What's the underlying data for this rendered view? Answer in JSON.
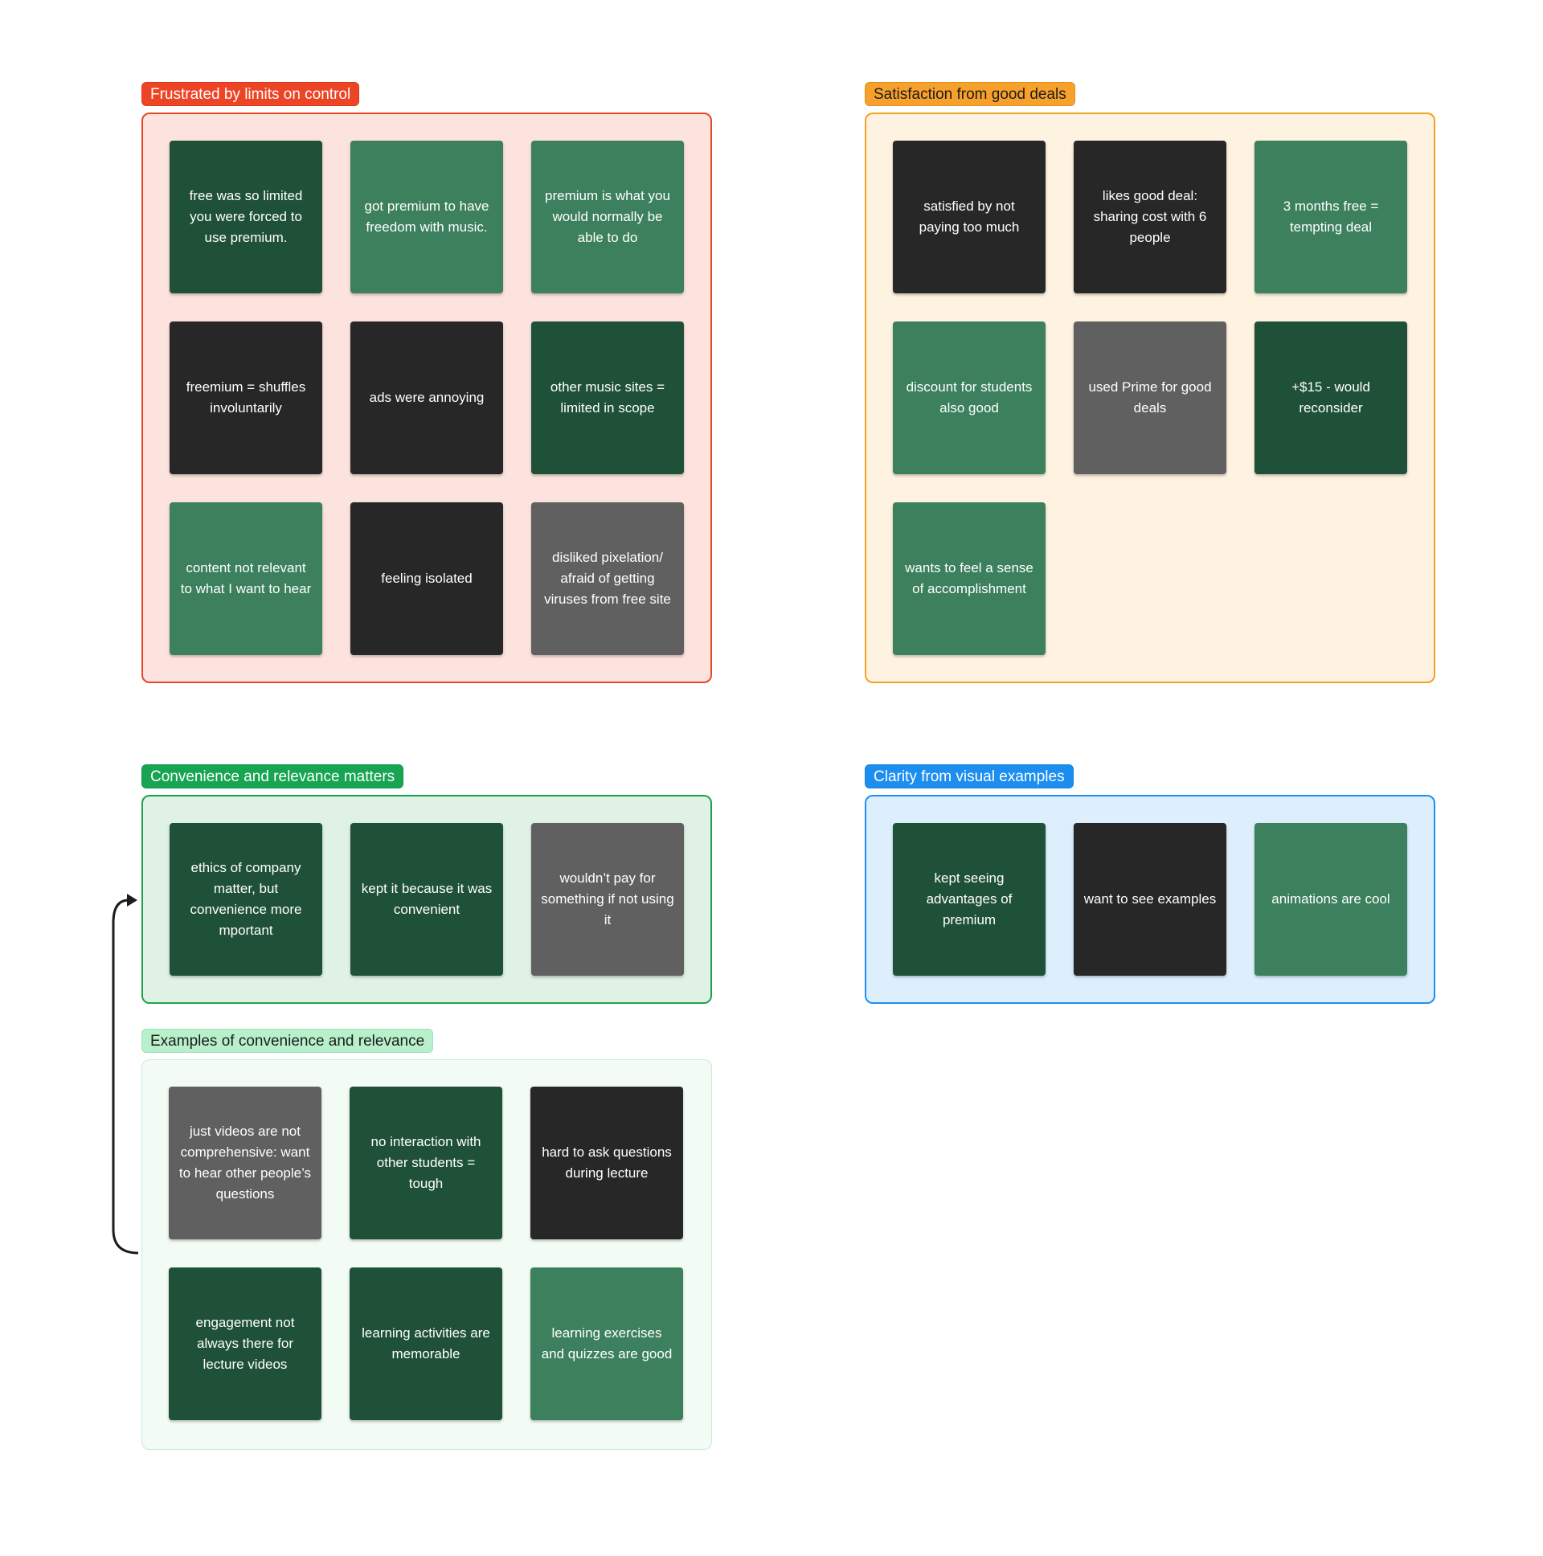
{
  "colors": {
    "note_dark_green": "#1f5138",
    "note_mid_green": "#3c805d",
    "note_black": "#272727",
    "note_grey": "#606060",
    "connector": "#1c1c1c"
  },
  "sections": {
    "frustrated": {
      "title": "Frustrated by limits on control",
      "accent": "#ee4426",
      "notes": [
        {
          "text": "free was so limited you were forced to use premium.",
          "color": "dark"
        },
        {
          "text": "got premium to have freedom with music.",
          "color": "mid"
        },
        {
          "text": "premium is what you would normally be able to do",
          "color": "mid"
        },
        {
          "text": "freemium = shuffles involuntarily",
          "color": "black"
        },
        {
          "text": "ads were annoying",
          "color": "black"
        },
        {
          "text": "other music sites = limited in scope",
          "color": "dark"
        },
        {
          "text": "content not relevant to what I want to hear",
          "color": "mid"
        },
        {
          "text": "feeling isolated",
          "color": "black"
        },
        {
          "text": "disliked pixelation/ afraid of getting viruses from free site",
          "color": "grey"
        }
      ]
    },
    "satisfaction": {
      "title": "Satisfaction from good deals",
      "accent": "#f7a12c",
      "notes": [
        {
          "text": "satisfied by not paying too much",
          "color": "black"
        },
        {
          "text": "likes good deal: sharing cost with 6 people",
          "color": "black"
        },
        {
          "text": "3 months free = tempting deal",
          "color": "mid"
        },
        {
          "text": "discount for students also good",
          "color": "mid"
        },
        {
          "text": "used Prime for good deals",
          "color": "grey"
        },
        {
          "text": "+$15 - would reconsider",
          "color": "dark"
        },
        {
          "text": "wants to feel a sense of accomplishment",
          "color": "mid"
        }
      ]
    },
    "convenience": {
      "title": "Convenience and relevance matters",
      "accent": "#17a552",
      "notes": [
        {
          "text": "ethics of company matter, but convenience more mportant",
          "color": "dark"
        },
        {
          "text": "kept it because it was convenient",
          "color": "dark"
        },
        {
          "text": "wouldn’t pay for something if not using it",
          "color": "grey"
        }
      ]
    },
    "clarity": {
      "title": "Clarity from visual examples",
      "accent": "#1c8ef0",
      "notes": [
        {
          "text": "kept seeing advantages of premium",
          "color": "dark"
        },
        {
          "text": "want to see examples",
          "color": "black"
        },
        {
          "text": "animations are cool",
          "color": "mid"
        }
      ]
    },
    "examples": {
      "title": "Examples of convenience and relevance",
      "accent": "#b8f0cb",
      "notes": [
        {
          "text": "just videos are not comprehensive: want to hear other people’s questions",
          "color": "grey"
        },
        {
          "text": "no interaction with other students = tough",
          "color": "dark"
        },
        {
          "text": "hard to ask questions during lecture",
          "color": "black"
        },
        {
          "text": "engagement not always there for lecture videos",
          "color": "dark"
        },
        {
          "text": "learning activities are memorable",
          "color": "dark"
        },
        {
          "text": "learning exercises and quizzes are good",
          "color": "mid"
        }
      ]
    }
  }
}
